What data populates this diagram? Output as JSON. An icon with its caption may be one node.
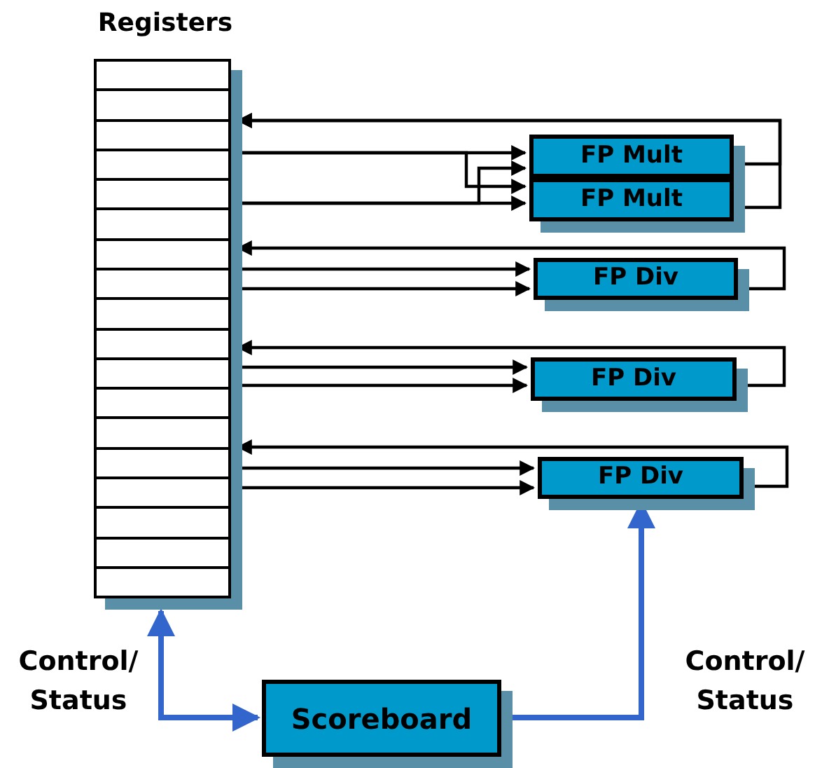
{
  "diagram": {
    "nodes": [
      {
        "text": [
          "Registers"
        ]
      },
      {
        "text": [
          "FP Mult"
        ]
      },
      {
        "text": [
          "FP Mult"
        ]
      },
      {
        "text": [
          "FP Div"
        ]
      },
      {
        "text": [
          "FP Div"
        ]
      },
      {
        "text": [
          "FP Div"
        ]
      },
      {
        "text": [
          "Scoreboard"
        ]
      }
    ],
    "edges": [
      {
        "from": 0,
        "to": 1,
        "arrow": "to"
      },
      {
        "from": 0,
        "to": 2,
        "arrow": "to"
      },
      {
        "from": 0,
        "to": 1,
        "arrow": "to"
      },
      {
        "from": 0,
        "to": 2,
        "arrow": "to"
      },
      {
        "from": 1,
        "to": 0,
        "arrow": "to"
      },
      {
        "from": 2,
        "to": 0,
        "arrow": "to"
      },
      {
        "from": 0,
        "to": 3,
        "arrow": "to"
      },
      {
        "from": 0,
        "to": 3,
        "arrow": "to"
      },
      {
        "from": 3,
        "to": 0,
        "arrow": "to"
      },
      {
        "from": 0,
        "to": 4,
        "arrow": "to"
      },
      {
        "from": 0,
        "to": 4,
        "arrow": "to"
      },
      {
        "from": 4,
        "to": 0,
        "arrow": "to"
      },
      {
        "from": 0,
        "to": 5,
        "arrow": "to"
      },
      {
        "from": 0,
        "to": 5,
        "arrow": "to"
      },
      {
        "from": 5,
        "to": 0,
        "arrow": "to"
      },
      {
        "from": 0,
        "to": 6,
        "arrow": "both",
        "label": "Control/ Status",
        "style": "thick",
        "color": "#3366cc"
      },
      {
        "from": 6,
        "to": 5,
        "arrow": "to",
        "label": "Control/ Status",
        "style": "thick",
        "color": "#3366cc"
      }
    ]
  }
}
